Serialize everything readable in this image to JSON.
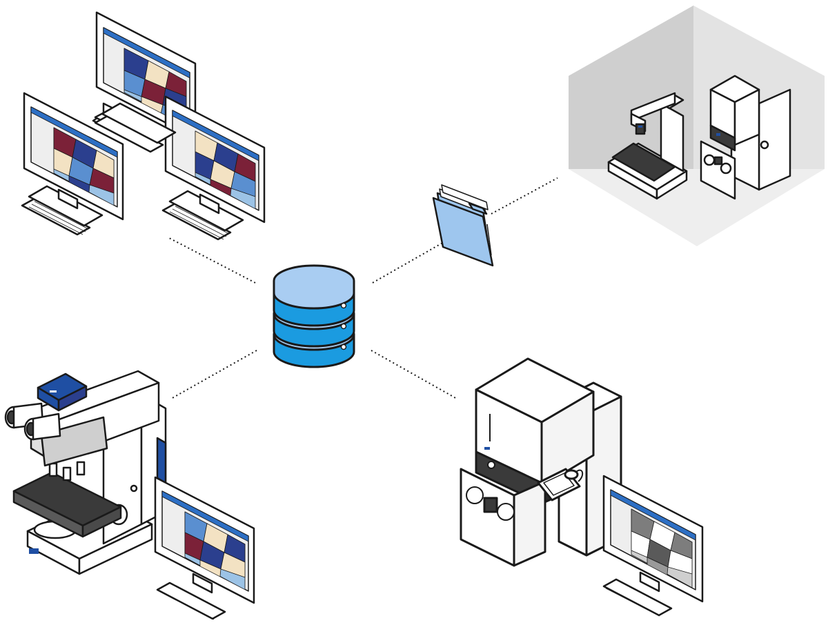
{
  "diagram": {
    "colors": {
      "outline": "#1a1a1a",
      "db_light": "#a9cdf2",
      "db_mid": "#1b9be0",
      "folder": "#9ec6ee",
      "lab_room": "#e3e3e3",
      "lab_room_dark": "#cfcfcf",
      "screen_bar": "#2d6fc4",
      "grain_navy": "#2b3f8e",
      "grain_maroon": "#7b2138",
      "grain_blue": "#5a8fd0",
      "grain_light": "#9cc3e6",
      "grain_cream": "#f3e2c3",
      "grain_gray_dark": "#7d7d7d",
      "grain_gray_light": "#cfcfcf",
      "instrument_dark": "#3a3a3a",
      "accent_blue": "#1f4fa3"
    },
    "nodes": [
      {
        "id": "central-database",
        "icon": "database-icon"
      },
      {
        "id": "workstation-cluster",
        "icon": "monitor-icon"
      },
      {
        "id": "shared-folder",
        "icon": "folder-icon"
      },
      {
        "id": "lab-instruments-room",
        "icon": "lab-room-icon"
      },
      {
        "id": "light-microscope-workstation",
        "icon": "microscope-icon"
      },
      {
        "id": "electron-microscope-workstation",
        "icon": "sem-icon"
      }
    ],
    "connections": [
      {
        "from": "central-database",
        "to": "workstation-cluster",
        "style": "dotted"
      },
      {
        "from": "central-database",
        "to": "shared-folder",
        "style": "dotted"
      },
      {
        "from": "shared-folder",
        "to": "lab-instruments-room",
        "style": "dotted"
      },
      {
        "from": "central-database",
        "to": "light-microscope-workstation",
        "style": "dotted"
      },
      {
        "from": "central-database",
        "to": "electron-microscope-workstation",
        "style": "dotted"
      }
    ]
  }
}
